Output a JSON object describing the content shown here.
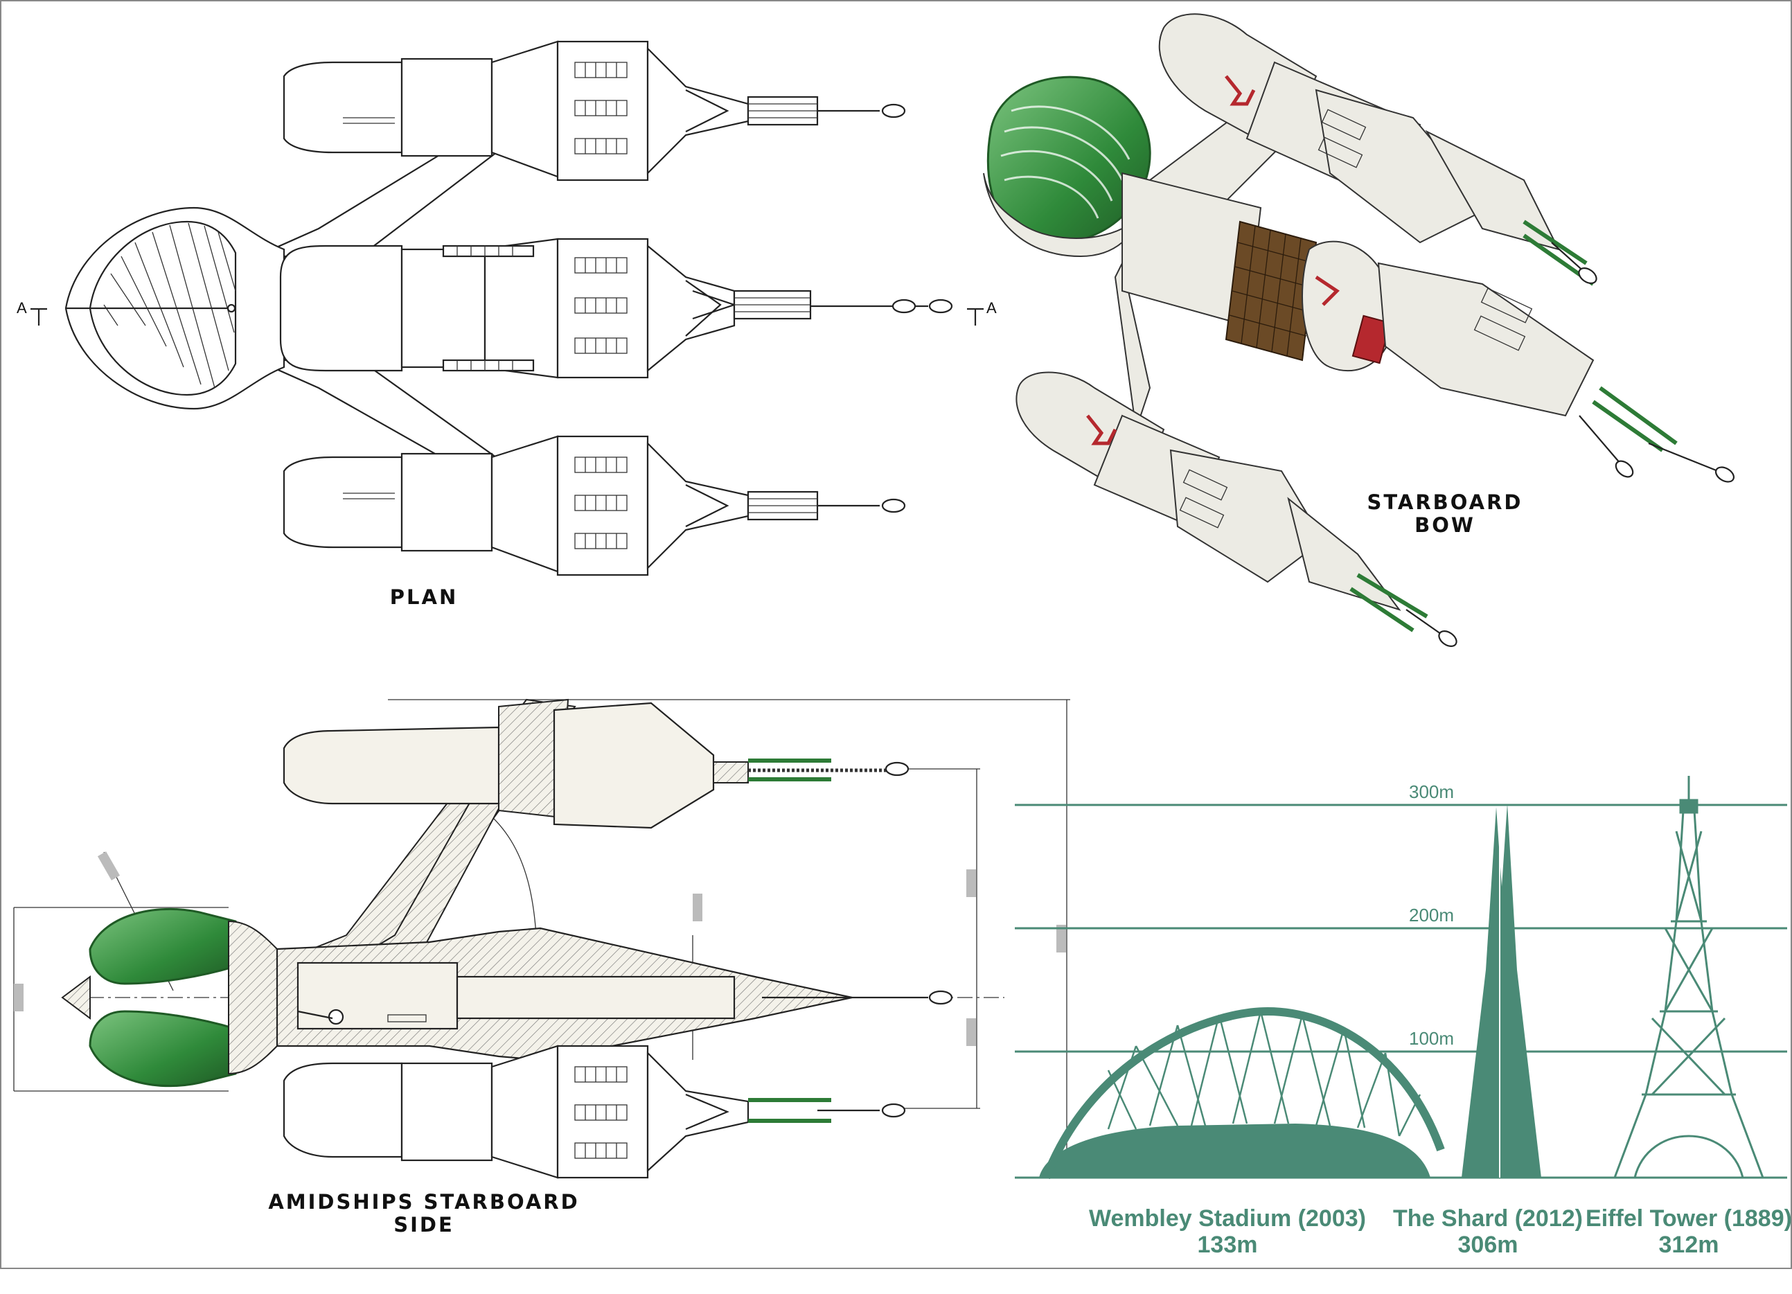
{
  "sheet": {
    "plan_caption": "PLAN",
    "starboard_caption_1": "STARBOARD",
    "starboard_caption_2": "BOW",
    "amidships_caption_1": "AMIDSHIPS STARBOARD",
    "amidships_caption_2": "SIDE",
    "section_marker_left": "A",
    "section_marker_right": "A"
  },
  "scale": {
    "grid_labels": [
      "300m",
      "200m",
      "100m"
    ],
    "landmarks": [
      {
        "name": "Wembley Stadium (2003)",
        "height": "133m"
      },
      {
        "name": "The Shard (2012)",
        "height": "306m"
      },
      {
        "name": "Eiffel Tower (1889)",
        "height": "312m"
      }
    ]
  },
  "colors": {
    "landmark_teal": "#4a8a76",
    "canopy_green": "#3f9a48",
    "hull_white": "#ecebe4",
    "cargo_brown": "#6b4a26",
    "marking_red": "#b5282e"
  }
}
